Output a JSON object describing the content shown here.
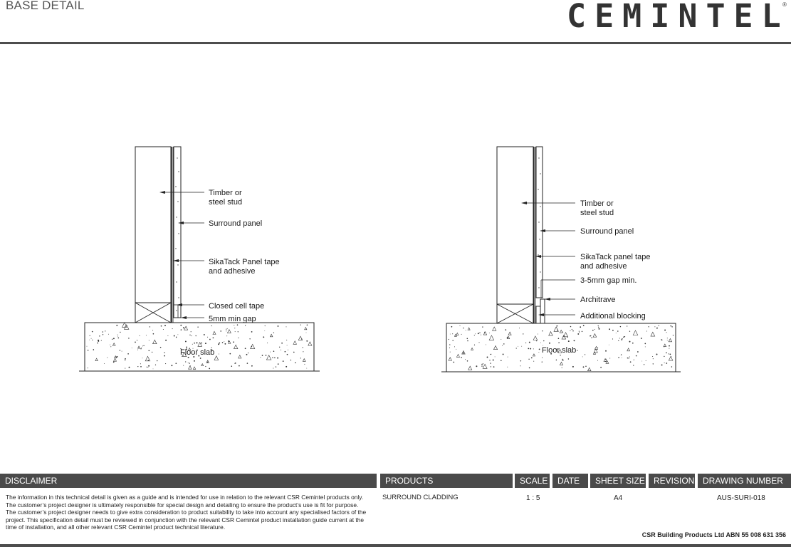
{
  "header": {
    "title": "BASE DETAIL",
    "brand": "CEMINTEL",
    "brand_mark": "®"
  },
  "left_detail": {
    "labels": {
      "stud": [
        "Timber or",
        "steel stud"
      ],
      "panel": "Surround panel",
      "tape": [
        "SikaTack Panel tape",
        "and adhesive"
      ],
      "closed_tape": "Closed cell tape",
      "gap": "5mm min gap",
      "slab": "Floor slab"
    }
  },
  "right_detail": {
    "labels": {
      "stud": [
        "Timber or",
        "steel stud"
      ],
      "panel": "Surround panel",
      "tape": [
        "SikaTack panel tape",
        "and adhesive"
      ],
      "gap": "3-5mm gap min.",
      "architrave": "Architrave",
      "blocking": "Additional blocking",
      "slab": "Floor slab"
    }
  },
  "footer": {
    "headers": {
      "disclaimer": "DISCLAIMER",
      "products": "PRODUCTS",
      "scale": "SCALE",
      "date": "DATE",
      "sheet_size": "SHEET SIZE",
      "revision": "REVISION",
      "drawing_number": "DRAWING NUMBER"
    },
    "values": {
      "products": "SURROUND CLADDING",
      "scale": "1 : 5",
      "date": "",
      "sheet_size": "A4",
      "revision": "",
      "drawing_number": "AUS-SURI-018"
    },
    "disclaimer_text": "The information in this technical detail is given as a guide and is intended for use in relation to the relevant CSR Cemintel products only. The customer’s project designer is ultimately responsible for special design and detailing to ensure the product’s use is fit for purpose. The customer’s project designer needs to give extra consideration to product suitability to take into account any specialised factors of the project. This specification detail must be reviewed in conjunction with the relevant CSR Cemintel product installation guide current at the time of installation, and all other relevant CSR Cemintel product technical literature.",
    "company": "CSR Building Products Ltd ABN  55 008 631 356"
  }
}
